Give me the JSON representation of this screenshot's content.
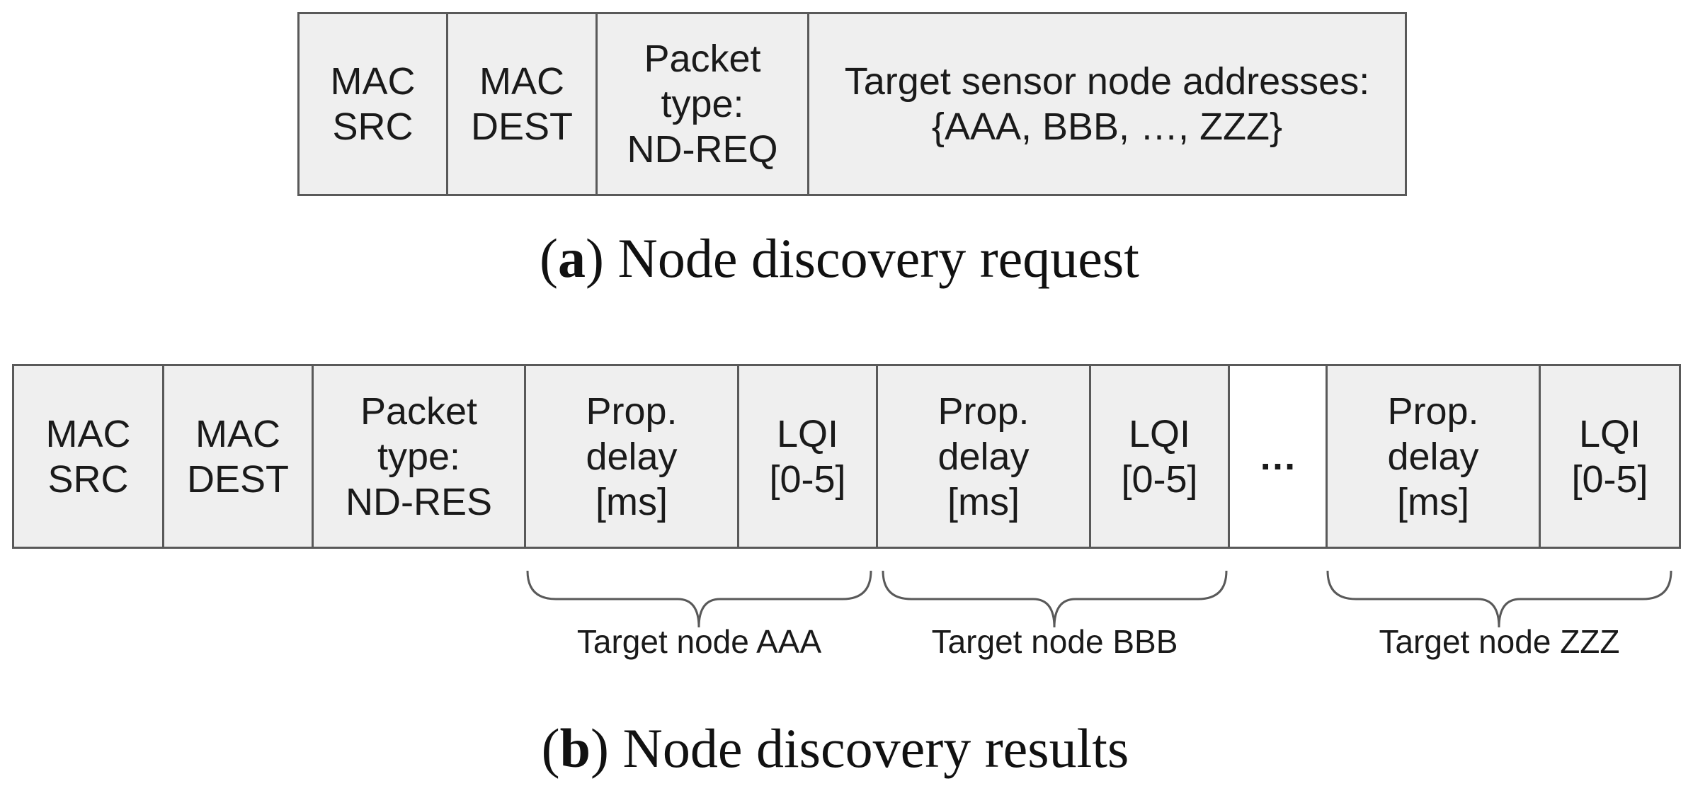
{
  "request": {
    "fields": [
      {
        "label": "MAC\nSRC"
      },
      {
        "label": "MAC\nDEST"
      },
      {
        "label": "Packet\ntype:\nND-REQ"
      },
      {
        "label": "Target sensor node addresses:\n{AAA, BBB, …, ZZZ}"
      }
    ],
    "caption_letter": "a",
    "caption_text": "Node discovery request"
  },
  "results": {
    "fields": [
      {
        "label": "MAC\nSRC"
      },
      {
        "label": "MAC\nDEST"
      },
      {
        "label": "Packet\ntype:\nND-RES"
      },
      {
        "label": "Prop.\ndelay\n[ms]"
      },
      {
        "label": "LQI\n[0-5]"
      },
      {
        "label": "Prop.\ndelay\n[ms]"
      },
      {
        "label": "LQI\n[0-5]"
      },
      {
        "label": "…"
      },
      {
        "label": "Prop.\ndelay\n[ms]"
      },
      {
        "label": "LQI\n[0-5]"
      }
    ],
    "groups": [
      {
        "label": "Target node AAA"
      },
      {
        "label": "Target node BBB"
      },
      {
        "label": "Target node ZZZ"
      }
    ],
    "caption_letter": "b",
    "caption_text": "Node discovery results"
  },
  "colors": {
    "cell_fill": "#efefef",
    "cell_border": "#595959",
    "text": "#1a1a1a"
  }
}
